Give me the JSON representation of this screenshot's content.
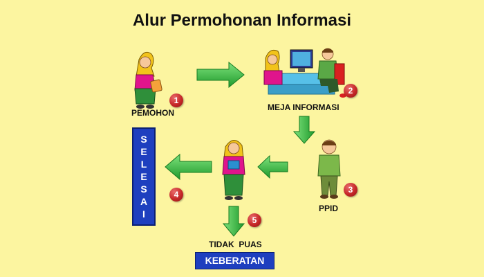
{
  "title": "Alur Permohonan Informasi",
  "labels": {
    "pemohon": "PEMOHON",
    "meja_informasi": "MEJA INFORMASI",
    "ppid": "PPID",
    "tidak_puas": "TIDAK  PUAS",
    "keberatan": "KEBERATAN"
  },
  "selesai_letters": [
    "S",
    "E",
    "L",
    "E",
    "S",
    "A",
    "I"
  ],
  "steps": [
    "1",
    "2",
    "3",
    "4",
    "5"
  ],
  "colors": {
    "background": "#fcf5a0",
    "arrow": "#3cc44a",
    "badge": "#c62828",
    "box": "#1e3fbf"
  }
}
